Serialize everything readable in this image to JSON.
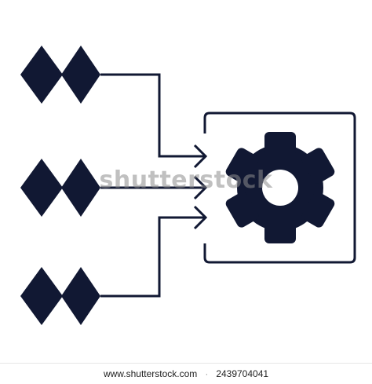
{
  "diagram": {
    "ink_color": "#111833",
    "inputs": [
      {
        "shape": "double-diamond-icon"
      },
      {
        "shape": "double-diamond-icon"
      },
      {
        "shape": "double-diamond-icon"
      }
    ],
    "processor": {
      "icon": "gear-icon",
      "frame": "bracket-frame"
    }
  },
  "watermark": {
    "text": "shutterstock"
  },
  "footer": {
    "site": "www.shutterstock.com",
    "separator": "·",
    "image_id": "2439704041"
  }
}
